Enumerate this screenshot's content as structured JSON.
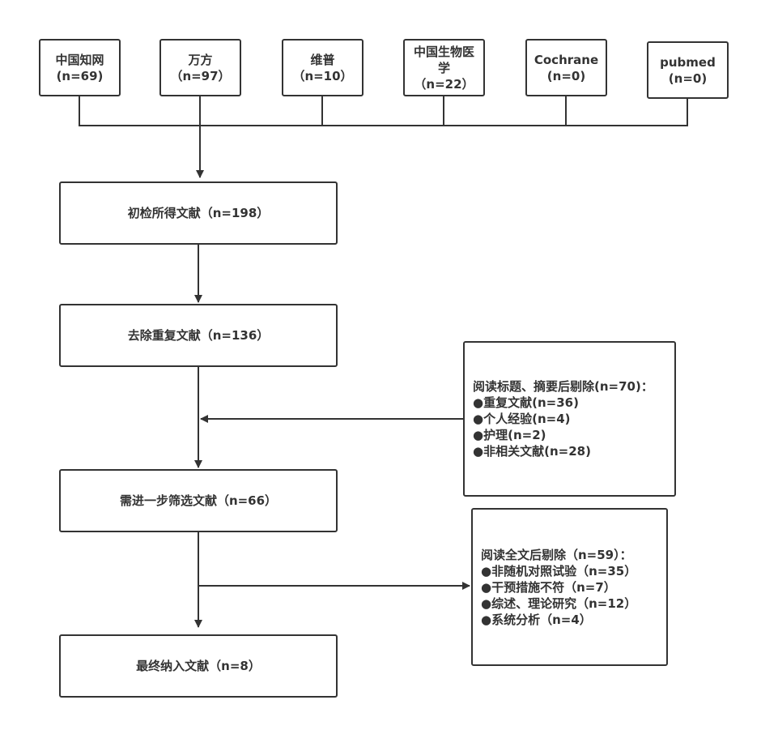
{
  "sources": [
    {
      "name": "中国知网",
      "count": "(n=69)"
    },
    {
      "name": "万方",
      "count": "（n=97）"
    },
    {
      "name": "维普",
      "count": "（n=10）"
    },
    {
      "name_line1": "中国生物医",
      "name_line2": "学",
      "count": "（n=22）"
    },
    {
      "name": "Cochrane",
      "count": "(n=0)"
    },
    {
      "name": "pubmed",
      "count": "(n=0)"
    }
  ],
  "steps": {
    "initial": "初检所得文献（n=198）",
    "dedup": "去除重复文献（n=136）",
    "screen": "需进一步筛选文献（n=66）",
    "final": "最终纳入文献（n=8）"
  },
  "exclusion_abstract": {
    "title": "阅读标题、摘要后剔除(n=70)：",
    "items": [
      "●重复文献(n=36)",
      "●个人经验(n=4)",
      "●护理(n=2)",
      "●非相关文献(n=28)"
    ]
  },
  "exclusion_fulltext": {
    "title": "阅读全文后剔除（n=59）：",
    "items": [
      "●非随机对照试验（n=35）",
      "●干预措施不符（n=7）",
      "●综述、理论研究（n=12）",
      "●系统分析（n=4）"
    ]
  },
  "colors": {
    "stroke": "#333333",
    "background": "#ffffff"
  }
}
